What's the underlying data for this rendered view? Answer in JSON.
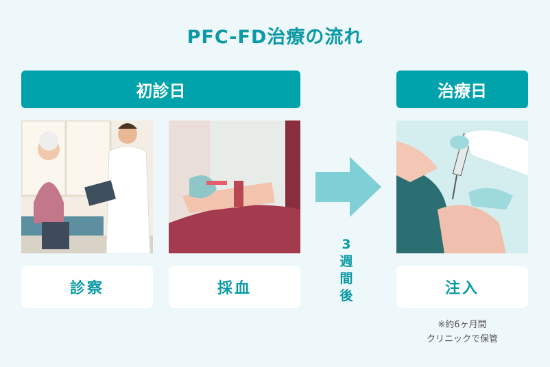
{
  "title": "PFC-FD治療の流れ",
  "stages": [
    {
      "label": "初診日"
    },
    {
      "label": "治療日"
    }
  ],
  "steps": [
    {
      "label": "診察",
      "image": "doctor-consultation-illustration"
    },
    {
      "label": "採血",
      "image": "blood-draw-illustration"
    },
    {
      "label": "注入",
      "image": "injection-illustration"
    }
  ],
  "interval": {
    "chars": [
      "3",
      "週",
      "間",
      "後"
    ]
  },
  "note": {
    "line1": "※約6ヶ月間",
    "line2": "クリニックで保管"
  },
  "colors": {
    "accent": "#00a2ab",
    "arrow": "#7fd0d6",
    "background": "#eef7fa"
  }
}
